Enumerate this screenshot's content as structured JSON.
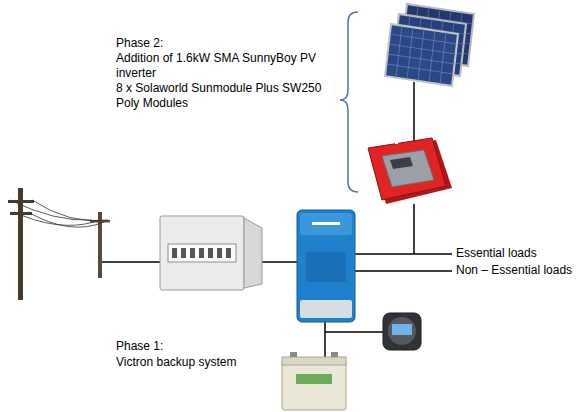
{
  "diagram": {
    "labels": [
      "Phase 2:",
      "Addition of 1.6kW SMA SunnyBoy PV inverter",
      "8 x Solaworld Sunmodule Plus SW250 Poly Modules",
      "Essential loads",
      "Non – Essential loads",
      "Phase 1:",
      "Victron backup system"
    ]
  }
}
